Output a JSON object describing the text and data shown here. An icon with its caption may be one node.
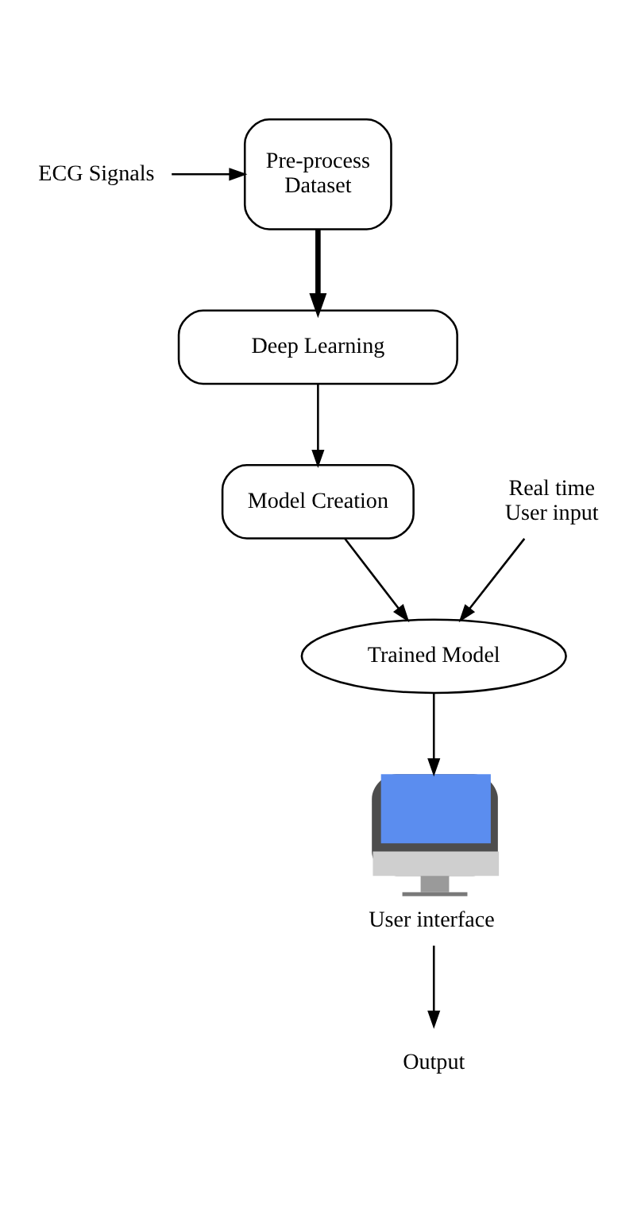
{
  "diagram": {
    "nodes": [
      {
        "text": [
          "ECG Signals"
        ]
      },
      {
        "text": [
          "Pre-process Dataset"
        ]
      },
      {
        "text": [
          "Deep Learning"
        ]
      },
      {
        "text": [
          "Model Creation"
        ]
      },
      {
        "text": [
          "Real time User input"
        ]
      },
      {
        "text": [
          "Trained Model"
        ]
      },
      {
        "text": [],
        "shape": "picture",
        "beside": [
          "User interface"
        ]
      },
      {
        "text": [
          "Output"
        ]
      }
    ],
    "edges": [
      {
        "from": 0,
        "to": 1,
        "arrow": "to"
      },
      {
        "from": 1,
        "to": 2,
        "arrow": "to",
        "style": "thick"
      },
      {
        "from": 2,
        "to": 3,
        "arrow": "to"
      },
      {
        "from": 3,
        "to": 5,
        "arrow": "to"
      },
      {
        "from": 4,
        "to": 5,
        "arrow": "to"
      },
      {
        "from": 5,
        "to": 6,
        "arrow": "to"
      },
      {
        "from": 6,
        "to": 7,
        "arrow": "to"
      }
    ]
  }
}
